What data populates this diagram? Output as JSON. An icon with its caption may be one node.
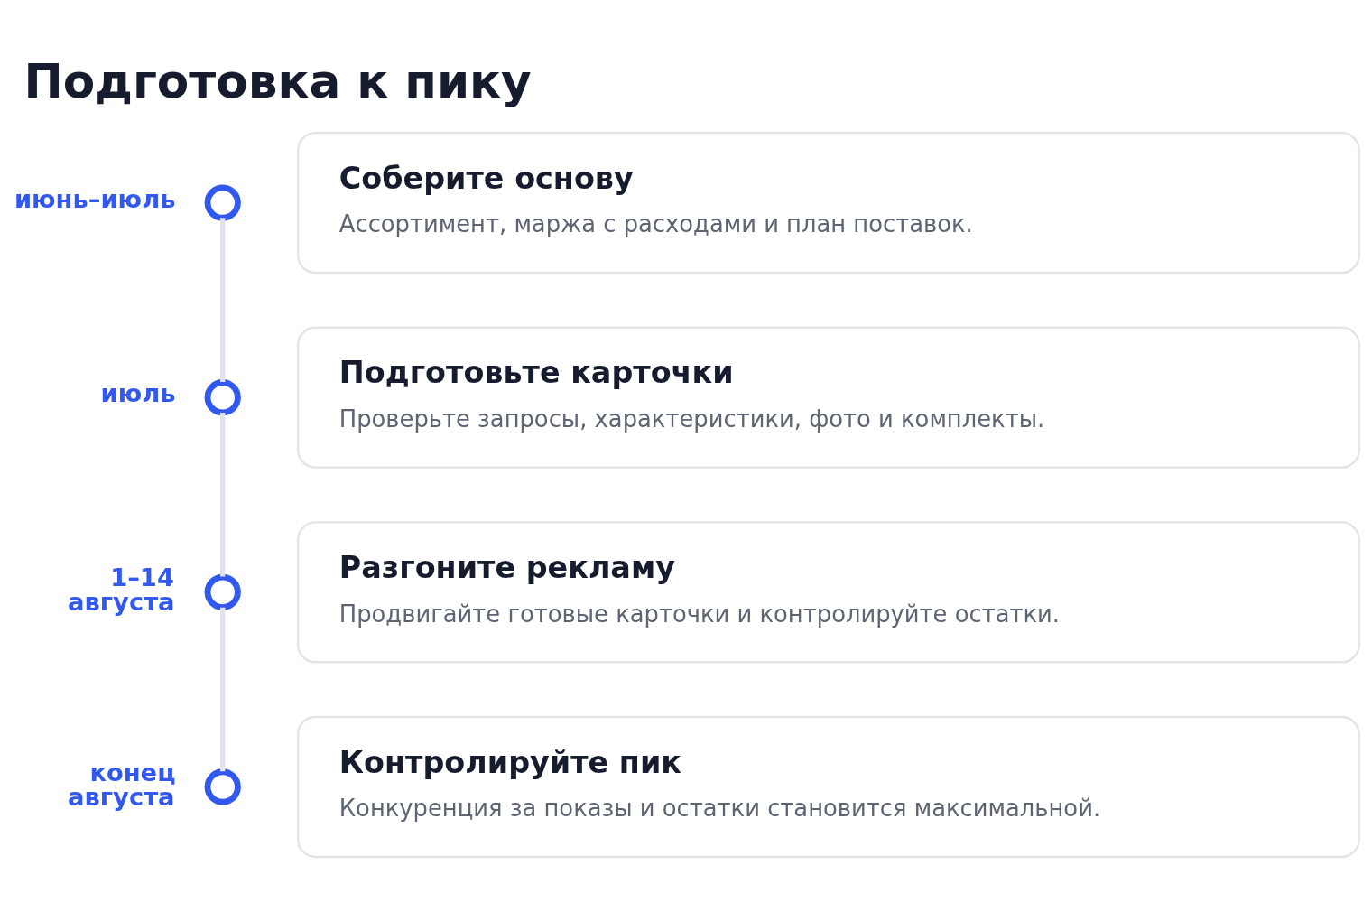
{
  "diagram": {
    "title": "Подготовка к пику",
    "nodes": [
      {
        "text": [],
        "shape": "circle",
        "beside": [
          "июнь–июль"
        ]
      },
      {
        "text": [
          "Соберите основу",
          "Ассортимент, маржа с расходами и план поставок."
        ]
      },
      {
        "text": [],
        "shape": "circle",
        "beside": [
          "июль"
        ]
      },
      {
        "text": [
          "Подготовьте карточки",
          "Проверьте запросы, характеристики, фото и комплекты."
        ]
      },
      {
        "text": [],
        "shape": "circle",
        "beside": [
          "1–14 августа"
        ]
      },
      {
        "text": [
          "Разгоните рекламу",
          "Продвигайте готовые карточки и контролируйте остатки."
        ]
      },
      {
        "text": [],
        "shape": "circle",
        "beside": [
          "конец августа"
        ]
      },
      {
        "text": [
          "Контролируйте пик",
          "Конкуренция за показы и остатки становится максимальной."
        ]
      }
    ],
    "edges": [
      {
        "from": 0,
        "to": 2,
        "arrow": "none"
      },
      {
        "from": 2,
        "to": 4,
        "arrow": "none"
      },
      {
        "from": 4,
        "to": 6,
        "arrow": "none"
      }
    ]
  }
}
